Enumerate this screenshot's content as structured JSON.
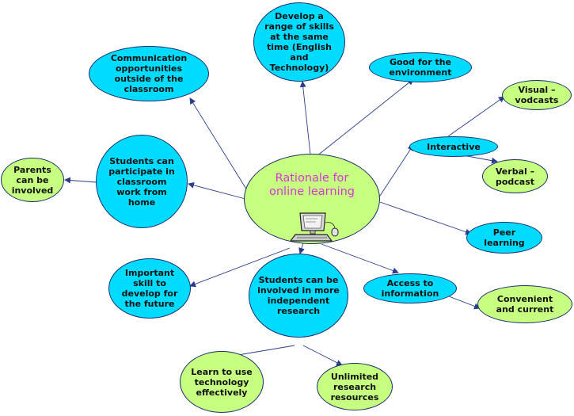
{
  "colors": {
    "cyan_node": "#00dcff",
    "green_node": "#c7ff80",
    "center_text": "#d23bd2",
    "connector": "#2a3c8a"
  },
  "center": {
    "title": "Rationale for online learning",
    "icon": "computer-icon"
  },
  "nodes": {
    "develop_skills": "Develop a range of skills at the same time (English and Technology)",
    "communication": "Communication opportunities outside of the classroom",
    "environment": "Good for the environment",
    "interactive": "Interactive",
    "visual": "Visual – vodcasts",
    "verbal": "Verbal – podcast",
    "students_participate": "Students can participate in classroom work from home",
    "parents": "Parents can be involved",
    "peer": "Peer learning",
    "important_skill": "Important skill to develop for the future",
    "independent_research": "Students can be involved in more independent research",
    "access_info": "Access to information",
    "convenient": "Convenient and current",
    "learn_tech": "Learn to use technology effectively",
    "unlimited": "Unlimited research resources"
  }
}
